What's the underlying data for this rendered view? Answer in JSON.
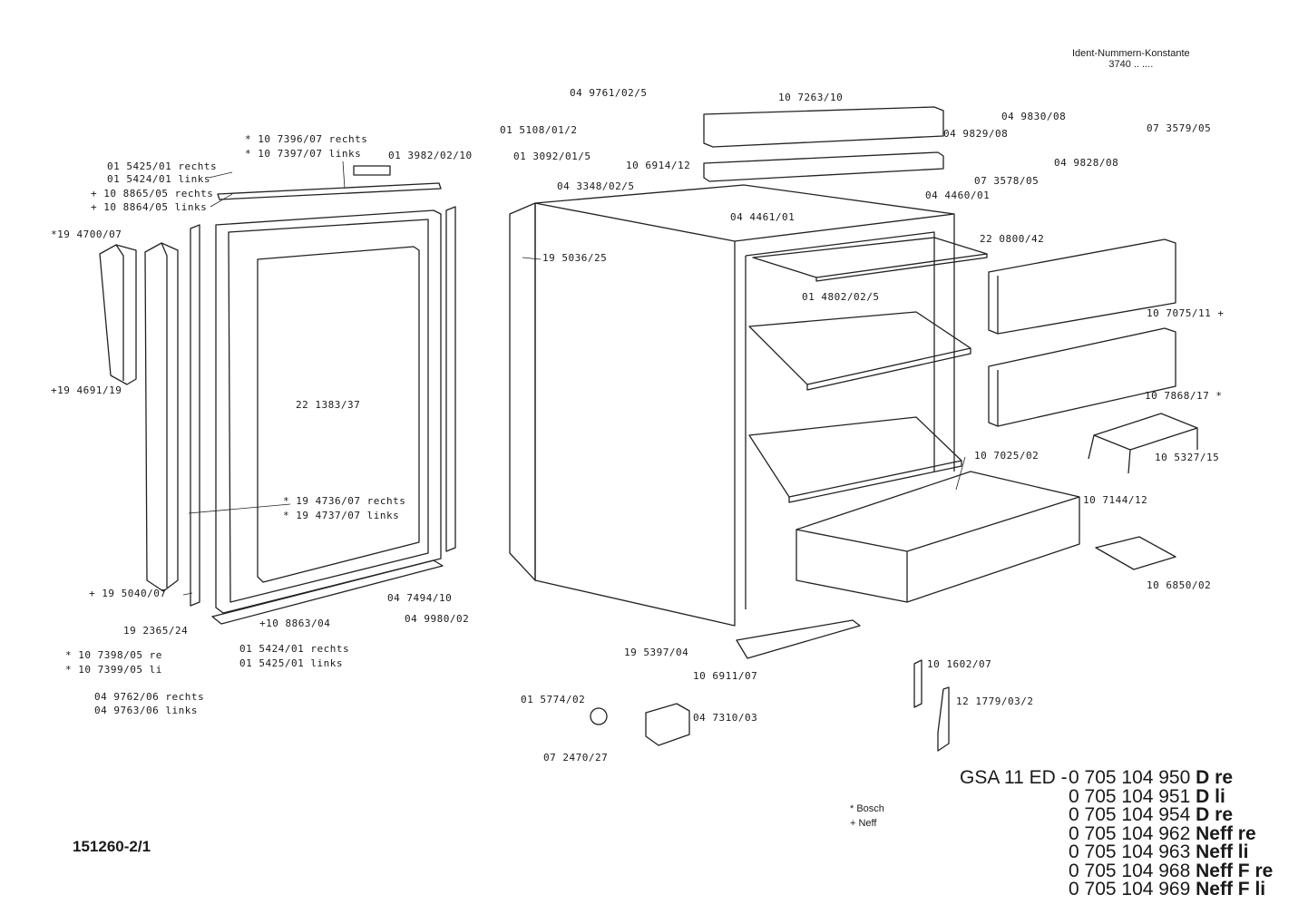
{
  "header": {
    "line1": "Ident-Nummern-Konstante",
    "line2": "3740  ..  ...."
  },
  "document_id": "151260-2/1",
  "legend": {
    "bosch": "* Bosch",
    "neff": "+ Neff"
  },
  "model": {
    "prefix": "GSA 11 ED -",
    "variants": [
      {
        "number": "0 705 104 950",
        "suffix": "D re"
      },
      {
        "number": "0 705 104 951",
        "suffix": "D li"
      },
      {
        "number": "0 705 104 954",
        "suffix": "D re"
      },
      {
        "number": "0 705 104 962",
        "suffix": "Neff re"
      },
      {
        "number": "0 705 104 963",
        "suffix": "Neff li"
      },
      {
        "number": "0 705 104 968",
        "suffix": "Neff F re"
      },
      {
        "number": "0 705 104 969",
        "suffix": "Neff F li"
      }
    ]
  },
  "parts": [
    "04 9761/02/5",
    "10 7263/10",
    "04 9830/08",
    "07 3579/05",
    "04 9829/08",
    "01 5108/01/2",
    "01 3092/01/5",
    "10 6914/12",
    "04 9828/08",
    "07 3578/05",
    "04 3348/02/5",
    "04 4460/01",
    "04 4461/01",
    "* 10 7396/07 rechts",
    "* 10 7397/07 links",
    "01 3982/02/10",
    "01 5425/01 rechts",
    "01 5424/01 links",
    "+ 10 8865/05 rechts",
    "+ 10 8864/05 links",
    "*19 4700/07",
    "19 5036/25",
    "22 0800/42",
    "01 4802/02/5",
    "10 7075/11 +",
    "+19 4691/19",
    "22 1383/37",
    "10 7868/17 *",
    "10 5327/15",
    "10 7025/02",
    "* 19 4736/07 rechts",
    "* 19 4737/07 links",
    "10 7144/12",
    "10 6850/02",
    "+ 19 5040/07",
    "04 7494/10",
    "04 9980/02",
    "19 2365/24",
    "+10 8863/04",
    "* 10 7398/05 re",
    "* 10 7399/05 li",
    "01 5424/01 rechts",
    "01 5425/01 links",
    "19 5397/04",
    "10 6911/07",
    "10 1602/07",
    "04 9762/06 rechts",
    "04 9763/06 links",
    "01 5774/02",
    "04 7310/03",
    "12 1779/03/2",
    "07 2470/27"
  ]
}
